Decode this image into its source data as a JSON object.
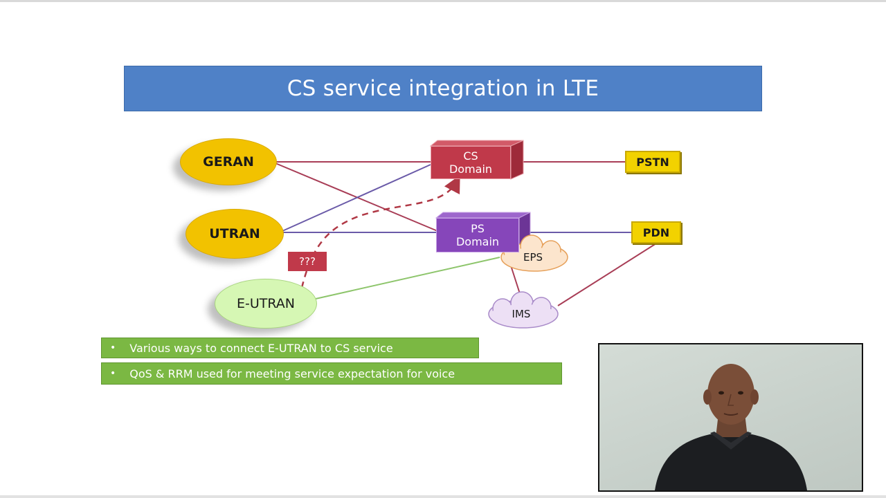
{
  "slide": {
    "title": "CS service integration in LTE"
  },
  "diagram": {
    "nodes": {
      "geran": "GERAN",
      "utran": "UTRAN",
      "eutran": "E-UTRAN",
      "cs_line1": "CS",
      "cs_line2": "Domain",
      "ps_line1": "PS",
      "ps_line2": "Domain",
      "pstn": "PSTN",
      "pdn": "PDN",
      "eps": "EPS",
      "ims": "IMS",
      "unknown": "???"
    }
  },
  "bullets": [
    "Various ways to connect E-UTRAN to CS service",
    "QoS & RRM used for meeting service expectation for voice"
  ],
  "bullet_marker": "•",
  "colors": {
    "title_bg": "#4f81c7",
    "cs_domain": "#c0394a",
    "ps_domain": "#8646ba",
    "legacy_ran": "#f2c200",
    "eutran": "#d6f7b4",
    "network_tag": "#f2d200",
    "bullet_bg": "#7bb843"
  },
  "icons": {
    "presenter": "presenter-video"
  }
}
